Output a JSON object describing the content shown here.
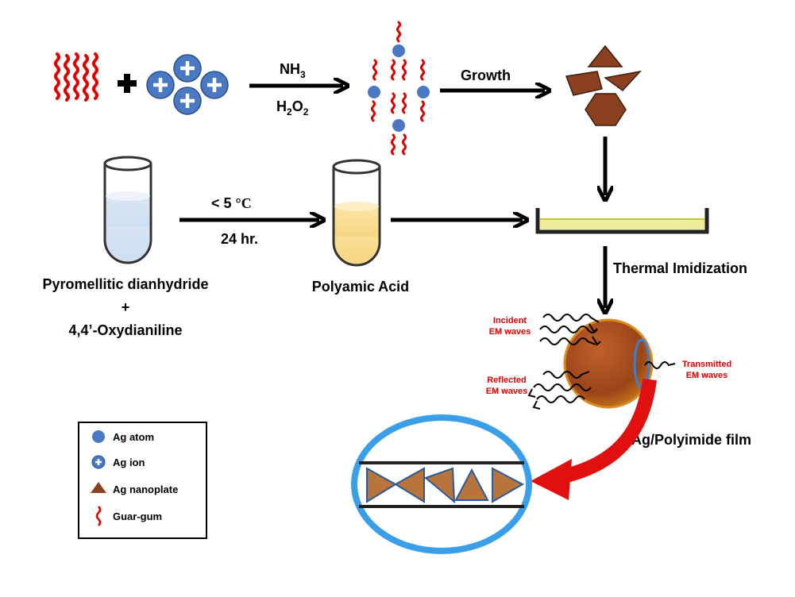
{
  "reaction": {
    "reagent_top": "NH",
    "reagent_top_sub": "3",
    "reagent_bottom_a": "H",
    "reagent_bottom_a_sub": "2",
    "reagent_bottom_b": "O",
    "reagent_bottom_b_sub": "2",
    "growth_label": "Growth",
    "condition_temp": "< 5 ",
    "condition_temp_unit": "°C",
    "condition_time": "24 hr.",
    "thermal_label": "Thermal Imidization"
  },
  "materials": {
    "monomer_1": "Pyromellitic dianhydride",
    "plus": "+",
    "monomer_2": "4,4’-Oxydianiline",
    "intermediate": "Polyamic Acid",
    "product": "Ag/Polyimide film"
  },
  "em": {
    "incident_1": "Incident",
    "incident_2": "EM waves",
    "reflected_1": "Reflected",
    "reflected_2": "EM waves",
    "transmitted_1": "Transmitted",
    "transmitted_2": "EM waves"
  },
  "legend": {
    "items": [
      {
        "label": "Ag atom",
        "icon": "ag-atom-icon"
      },
      {
        "label": "Ag ion",
        "icon": "ag-ion-icon"
      },
      {
        "label": "Ag nanoplate",
        "icon": "ag-nanoplate-icon"
      },
      {
        "label": "Guar-gum",
        "icon": "guar-gum-icon"
      }
    ]
  },
  "colors": {
    "guar_gum": "#e00000",
    "ag": "#4a78c2",
    "nanoplate": "#8b4020",
    "arrow_red": "#e01010",
    "zoom_ring": "#3a9ee8",
    "label_red": "#e00000"
  }
}
